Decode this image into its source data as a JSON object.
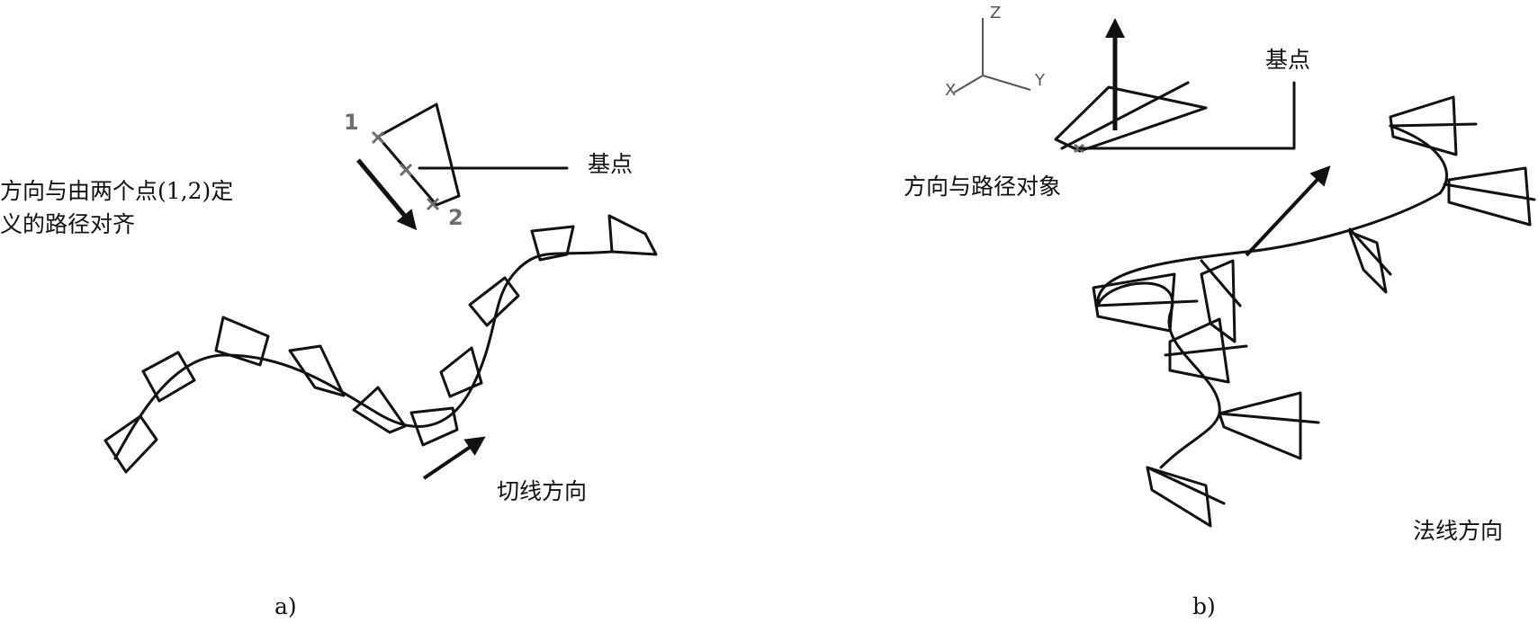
{
  "panel_a": {
    "caption": "a)",
    "alignment_label_line1": "方向与由两个点(1,2)定",
    "alignment_label_line2": "义的路径对齐",
    "base_point_label": "基点",
    "tangent_label": "切线方向",
    "point1_label": "1",
    "point2_label": "2"
  },
  "panel_b": {
    "caption": "b)",
    "alignment_label": "方向与路径对象",
    "base_point_label": "基点",
    "normal_label": "法线方向",
    "axis_z": "Z",
    "axis_y": "Y",
    "axis_x": "X"
  }
}
